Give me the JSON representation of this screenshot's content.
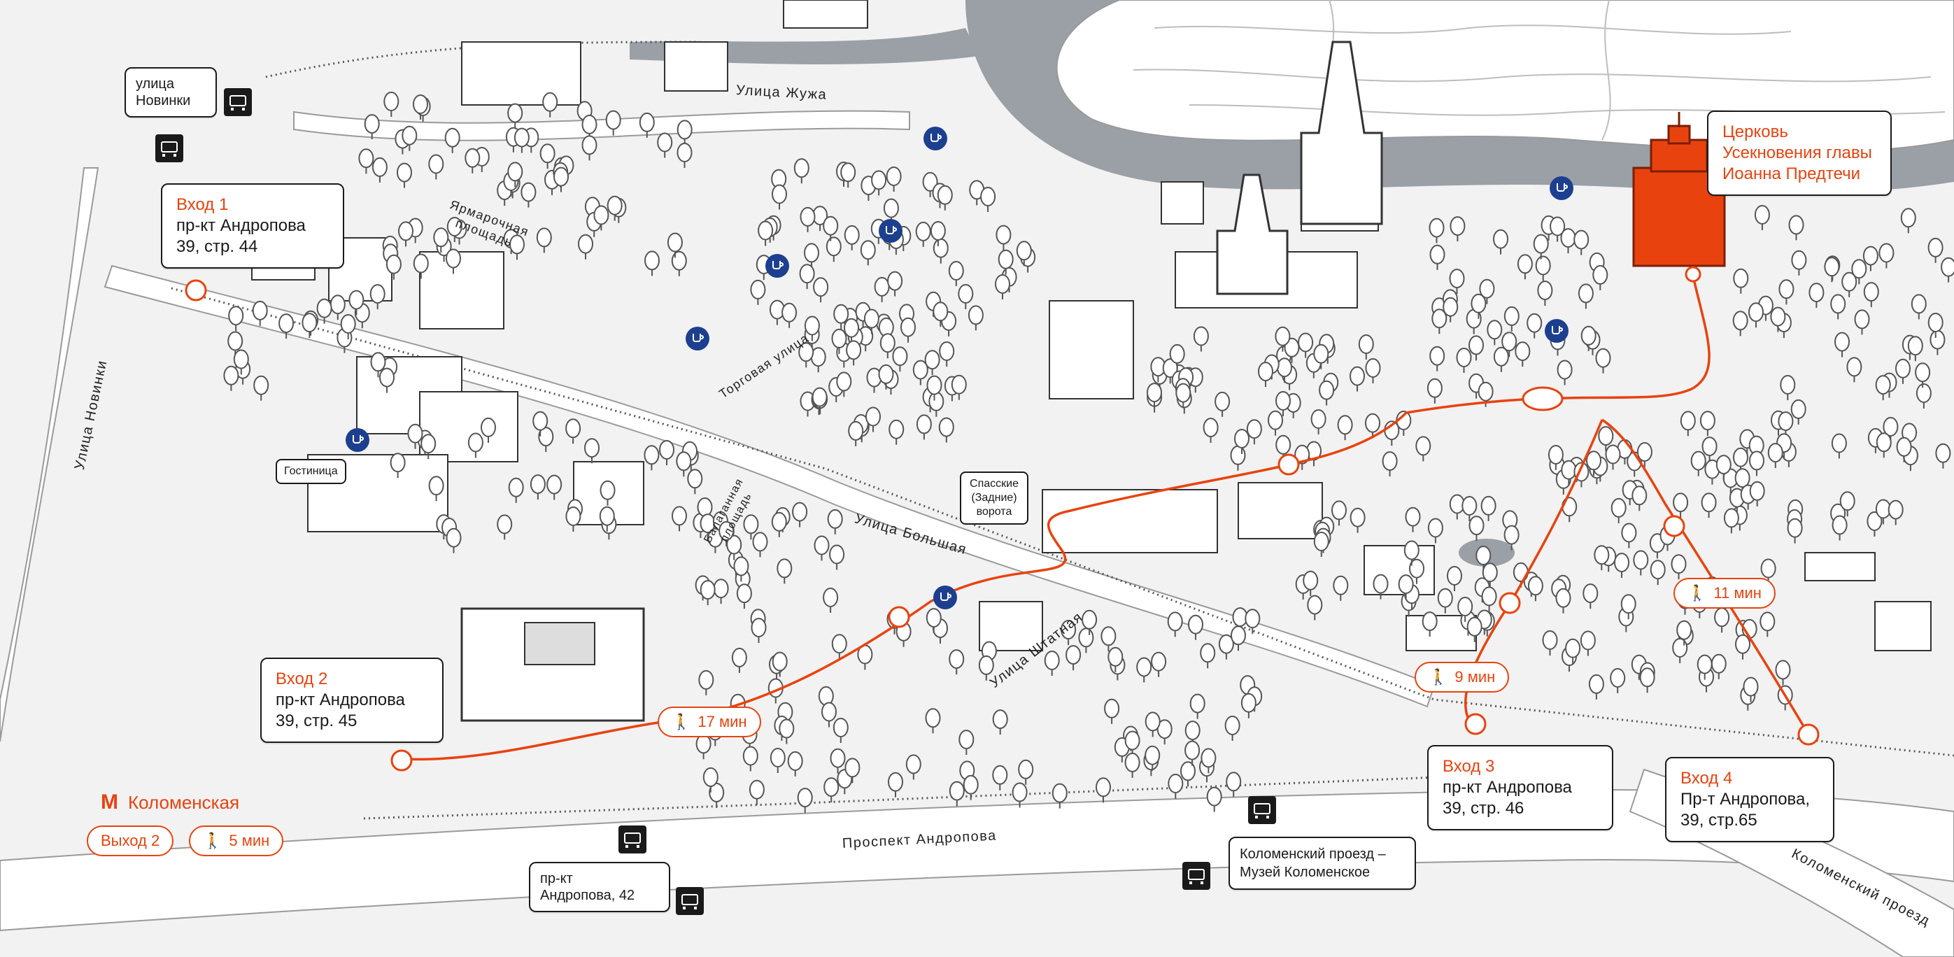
{
  "colors": {
    "accent": "#e8430f",
    "river": "#9aa0a6",
    "cafe": "#1d3f8f",
    "ink": "#1a1a1a"
  },
  "entrances": [
    {
      "title": "Вход 1",
      "line1": "пр-кт Андропова",
      "line2": "39, стр. 44"
    },
    {
      "title": "Вход 2",
      "line1": "пр-кт Андропова",
      "line2": "39, стр. 45"
    },
    {
      "title": "Вход 3",
      "line1": "пр-кт Андропова",
      "line2": "39, стр. 46"
    },
    {
      "title": "Вход 4",
      "line1": "Пр-т Андропова,",
      "line2": "39, стр.65"
    }
  ],
  "church": {
    "line1": "Церковь",
    "line2": "Усекновения главы",
    "line3": "Иоанна Предтечи"
  },
  "bus_stops": [
    {
      "line1": "улица",
      "line2": "Новинки"
    },
    {
      "line1": "пр-кт",
      "line2": "Андропова, 42"
    },
    {
      "line1": "Коломенский проезд –",
      "line2": "Музей Коломенское"
    }
  ],
  "places": {
    "hotel": "Гостиница",
    "gate_l1": "Спасские",
    "gate_l2": "(Задние)",
    "gate_l3": "ворота"
  },
  "walk_times": {
    "t17": "17 мин",
    "t9": "9 мин",
    "t11": "11 мин",
    "t5": "5 мин"
  },
  "metro": {
    "symbol": "М",
    "name": "Коломенская",
    "exit": "Выход 2"
  },
  "streets": {
    "zhuzha": "Улица Жужа",
    "yarmarochnaya_l1": "Ярмарочная",
    "yarmarochnaya_l2": "площадь",
    "torgovaya": "Торговая улица",
    "balagannaya_l1": "Балаганная",
    "balagannaya_l2": "площадь",
    "bolshaya": "Улица Большая",
    "shtatnaya": "Улица Штатная",
    "novinki": "Улица Новинки",
    "andropova": "Проспект Андропова",
    "kolomensky": "Коломенский проезд"
  },
  "icons": {
    "bus": "bus-stop-icon",
    "cafe": "cafe-icon",
    "walk": "walking-person-icon",
    "arrow": "direction-arrow-icon"
  }
}
